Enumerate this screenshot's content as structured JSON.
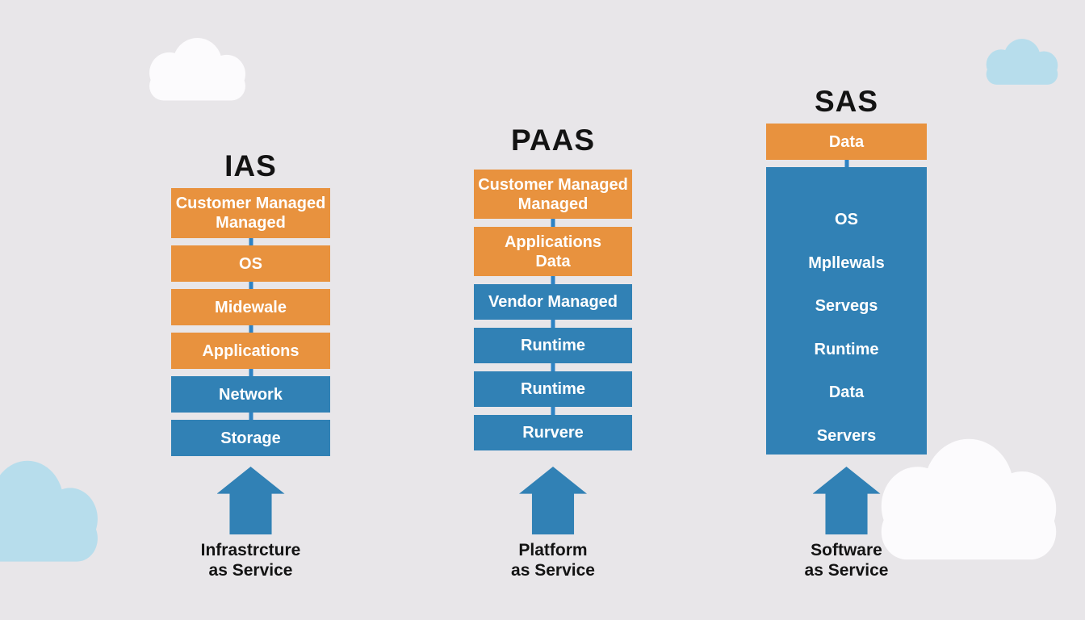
{
  "colors": {
    "bg": "#E8E6E9",
    "orange": "#E8923E",
    "blue": "#3181B5",
    "connector": "#2E82C3",
    "cloudWhite": "#FCFBFD",
    "cloudBlue": "#B7DDEC",
    "titleText": "#131313",
    "boxText": "#FFFFFF"
  },
  "columns": [
    {
      "title": "IAS",
      "boxes": [
        {
          "label": "Customer Managed\nManaged",
          "color": "orange"
        },
        {
          "label": "OS",
          "color": "orange"
        },
        {
          "label": "Midewale",
          "color": "orange"
        },
        {
          "label": "Applications",
          "color": "orange"
        },
        {
          "label": "Network",
          "color": "blue"
        },
        {
          "label": "Storage",
          "color": "blue"
        }
      ],
      "arrow_icon": "up-arrow",
      "caption": "Infrastrcture\nas Service"
    },
    {
      "title": "PAAS",
      "boxes": [
        {
          "label": "Customer Managed\nManaged",
          "color": "orange"
        },
        {
          "label": "Applications\nData",
          "color": "orange"
        },
        {
          "label": "Vendor Managed",
          "color": "blue"
        },
        {
          "label": "Runtime",
          "color": "blue"
        },
        {
          "label": "Runtime",
          "color": "blue"
        },
        {
          "label": "Rurvere",
          "color": "blue"
        }
      ],
      "arrow_icon": "up-arrow",
      "caption": "Platform\nas Service"
    },
    {
      "title": "SAS",
      "boxes": [
        {
          "label": "Data",
          "color": "orange"
        }
      ],
      "bigbox": {
        "color": "blue",
        "items": [
          "OS",
          "Mpllewals",
          "Servegs",
          "Runtime",
          "Data",
          "Servers"
        ]
      },
      "arrow_icon": "up-arrow",
      "caption": "Software\nas Service"
    }
  ],
  "decorations": {
    "clouds": [
      "cloud-top-left-white",
      "cloud-top-right-blue",
      "cloud-bottom-left-blue",
      "cloud-bottom-right-white"
    ]
  }
}
